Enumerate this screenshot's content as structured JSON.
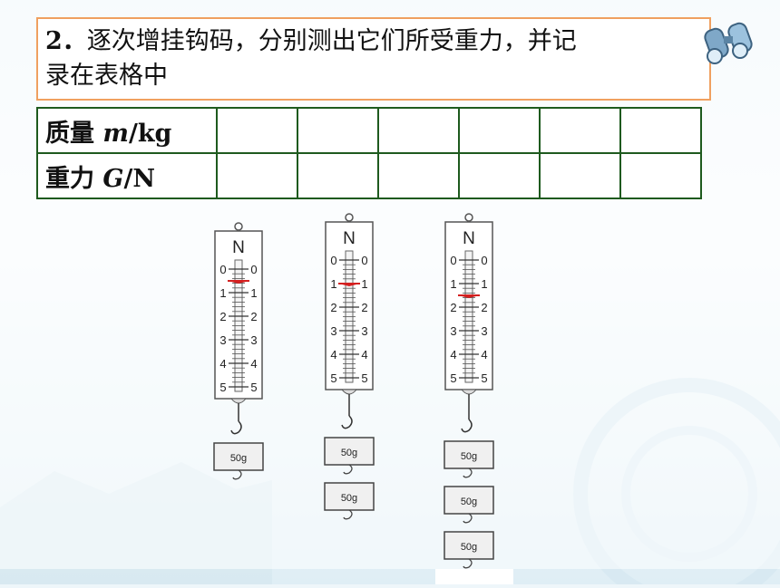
{
  "task": {
    "number": "2．",
    "line1": "逐次增挂钩码，分别测出它们所受重力，并记",
    "line2": "录在表格中"
  },
  "table": {
    "rows": [
      {
        "label": "质量 ",
        "symbol": "m",
        "unit": "/kg",
        "cells": [
          "",
          "",
          "",
          "",
          "",
          ""
        ]
      },
      {
        "label": "重力 ",
        "symbol": "G",
        "unit": "/N",
        "cells": [
          "",
          "",
          "",
          "",
          "",
          ""
        ]
      }
    ]
  },
  "scales": {
    "unit_label": "N",
    "ticks": [
      "0",
      "1",
      "2",
      "3",
      "4",
      "5"
    ],
    "readings_N": [
      0.5,
      1.0,
      1.5
    ],
    "weight_label": "50g",
    "weights_per_scale": [
      1,
      2,
      3
    ],
    "pointer_color": "#d42020"
  },
  "icons": {
    "decoration": "binoculars-icon",
    "background": "hands-logo-icon"
  }
}
